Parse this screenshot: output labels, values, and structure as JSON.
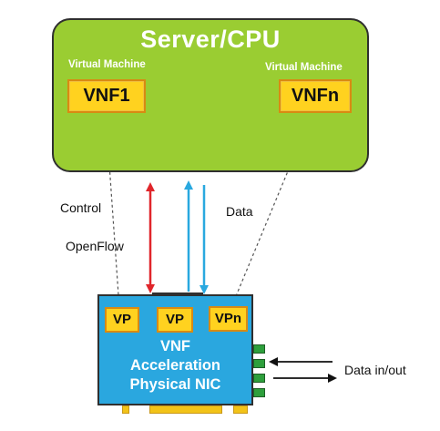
{
  "server": {
    "title": "Server/CPU",
    "vm_left_label": "Virtual Machine",
    "vm_right_label": "Virtual Machine",
    "vnf_left": "VNF1",
    "vnf_right": "VNFn"
  },
  "labels": {
    "control": "Control",
    "openflow": "OpenFlow",
    "data": "Data",
    "data_io": "Data in/out"
  },
  "nic": {
    "vp1": "VP",
    "vp2": "VP",
    "vp3": "VPn",
    "line1": "VNF",
    "line2": "Acceleration",
    "line3": "Physical NIC"
  },
  "colors": {
    "server_green": "#9acd32",
    "nic_blue": "#2aa7df",
    "vnf_yellow": "#ffd21f",
    "control_arrow_red": "#e0262b",
    "data_arrow_blue": "#29a8df"
  }
}
